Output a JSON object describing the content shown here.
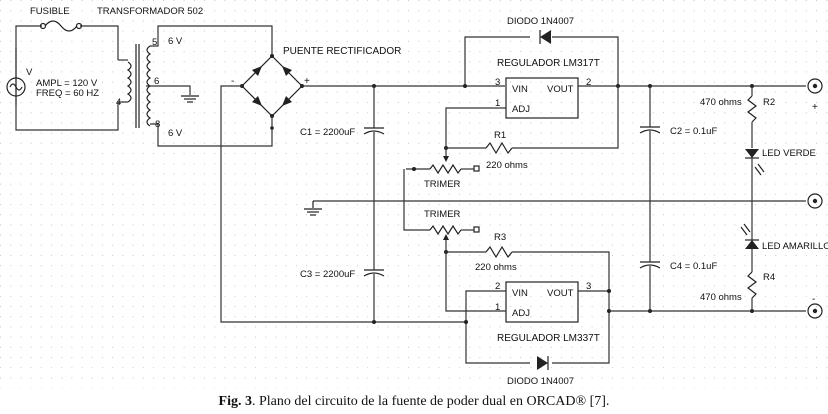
{
  "labels": {
    "fuse": "FUSIBLE",
    "transformer": "TRANSFORMADOR 502",
    "source_name": "V",
    "source_ampl": "AMPL = 120 V",
    "source_freq": "FREQ = 60 HZ",
    "sec_top_voltage": "6 V",
    "sec_bottom_voltage": "6 V",
    "pin5": "5",
    "pin6": "6",
    "pin8": "8",
    "pin4": "4",
    "bridge": "PUENTE RECTIFICADOR",
    "bridge_plus": "+",
    "bridge_minus": "-",
    "c1": "C1 = 2200uF",
    "c3": "C3 = 2200uF",
    "c2": "C2 = 0.1uF",
    "c4": "C4 = 0.1uF",
    "diode_top": "DIODO 1N4007",
    "diode_bottom": "DIODO 1N4007",
    "reg_top": "REGULADOR LM317T",
    "reg_bottom": "REGULADOR LM337T",
    "vin": "VIN",
    "vout": "VOUT",
    "adj": "ADJ",
    "reg_top_pin_in": "3",
    "reg_top_pin_out": "2",
    "reg_top_pin_adj": "1",
    "reg_bot_pin_in": "2",
    "reg_bot_pin_out": "3",
    "reg_bot_pin_adj": "1",
    "r1": "R1",
    "r1_value": "220 ohms",
    "r3": "R3",
    "r3_value": "220 ohms",
    "trimer_top": "TRIMER",
    "trimer_bottom": "TRIMER",
    "r2": "R2",
    "r2_value": "470 ohms",
    "r4": "R4",
    "r4_value": "470 ohms",
    "led_green": "LED VERDE",
    "led_yellow": "LED AMARILLO",
    "out_plus": "+",
    "out_minus": "-"
  },
  "caption": {
    "prefix": "Fig. 3",
    "text": ". Plano del circuito de la fuente de poder dual en ORCAD® [7]."
  }
}
